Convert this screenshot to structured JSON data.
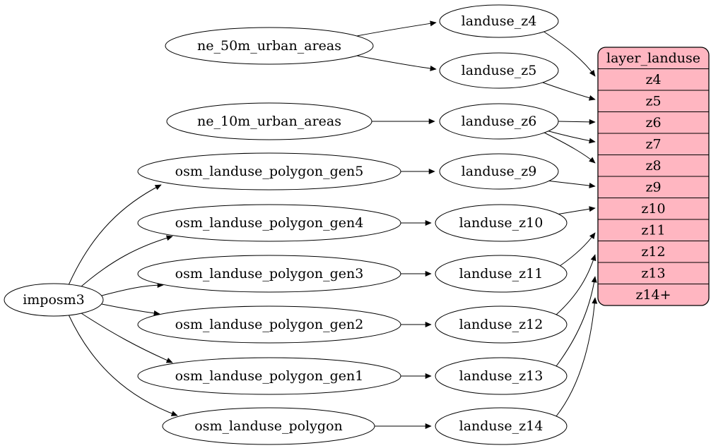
{
  "colors": {
    "background": "#ffffff",
    "node_fill": "#ffffff",
    "node_stroke": "#000000",
    "edge_stroke": "#000000",
    "table_fill": "#ffb6c1"
  },
  "nodes": {
    "imposm3": "imposm3",
    "ne_50m_urban_areas": "ne_50m_urban_areas",
    "ne_10m_urban_areas": "ne_10m_urban_areas",
    "osm_landuse_polygon_gen5": "osm_landuse_polygon_gen5",
    "osm_landuse_polygon_gen4": "osm_landuse_polygon_gen4",
    "osm_landuse_polygon_gen3": "osm_landuse_polygon_gen3",
    "osm_landuse_polygon_gen2": "osm_landuse_polygon_gen2",
    "osm_landuse_polygon_gen1": "osm_landuse_polygon_gen1",
    "osm_landuse_polygon": "osm_landuse_polygon",
    "landuse_z4": "landuse_z4",
    "landuse_z5": "landuse_z5",
    "landuse_z6": "landuse_z6",
    "landuse_z9": "landuse_z9",
    "landuse_z10": "landuse_z10",
    "landuse_z11": "landuse_z11",
    "landuse_z12": "landuse_z12",
    "landuse_z13": "landuse_z13",
    "landuse_z14": "landuse_z14"
  },
  "table": {
    "title": "layer_landuse",
    "rows": [
      "z4",
      "z5",
      "z6",
      "z7",
      "z8",
      "z9",
      "z10",
      "z11",
      "z12",
      "z13",
      "z14+"
    ]
  },
  "edges": [
    {
      "from": "imposm3",
      "to": "osm_landuse_polygon_gen5"
    },
    {
      "from": "imposm3",
      "to": "osm_landuse_polygon_gen4"
    },
    {
      "from": "imposm3",
      "to": "osm_landuse_polygon_gen3"
    },
    {
      "from": "imposm3",
      "to": "osm_landuse_polygon_gen2"
    },
    {
      "from": "imposm3",
      "to": "osm_landuse_polygon_gen1"
    },
    {
      "from": "imposm3",
      "to": "osm_landuse_polygon"
    },
    {
      "from": "ne_50m_urban_areas",
      "to": "landuse_z4"
    },
    {
      "from": "ne_50m_urban_areas",
      "to": "landuse_z5"
    },
    {
      "from": "ne_10m_urban_areas",
      "to": "landuse_z6"
    },
    {
      "from": "osm_landuse_polygon_gen5",
      "to": "landuse_z9"
    },
    {
      "from": "osm_landuse_polygon_gen4",
      "to": "landuse_z10"
    },
    {
      "from": "osm_landuse_polygon_gen3",
      "to": "landuse_z11"
    },
    {
      "from": "osm_landuse_polygon_gen2",
      "to": "landuse_z12"
    },
    {
      "from": "osm_landuse_polygon_gen1",
      "to": "landuse_z13"
    },
    {
      "from": "osm_landuse_polygon",
      "to": "landuse_z14"
    },
    {
      "from": "landuse_z4",
      "to": "layer_landuse.z4"
    },
    {
      "from": "landuse_z5",
      "to": "layer_landuse.z5"
    },
    {
      "from": "landuse_z6",
      "to": "layer_landuse.z6"
    },
    {
      "from": "landuse_z6",
      "to": "layer_landuse.z7"
    },
    {
      "from": "landuse_z6",
      "to": "layer_landuse.z8"
    },
    {
      "from": "landuse_z9",
      "to": "layer_landuse.z9"
    },
    {
      "from": "landuse_z10",
      "to": "layer_landuse.z10"
    },
    {
      "from": "landuse_z11",
      "to": "layer_landuse.z11"
    },
    {
      "from": "landuse_z12",
      "to": "layer_landuse.z12"
    },
    {
      "from": "landuse_z13",
      "to": "layer_landuse.z13"
    },
    {
      "from": "landuse_z14",
      "to": "layer_landuse.z14+"
    }
  ]
}
